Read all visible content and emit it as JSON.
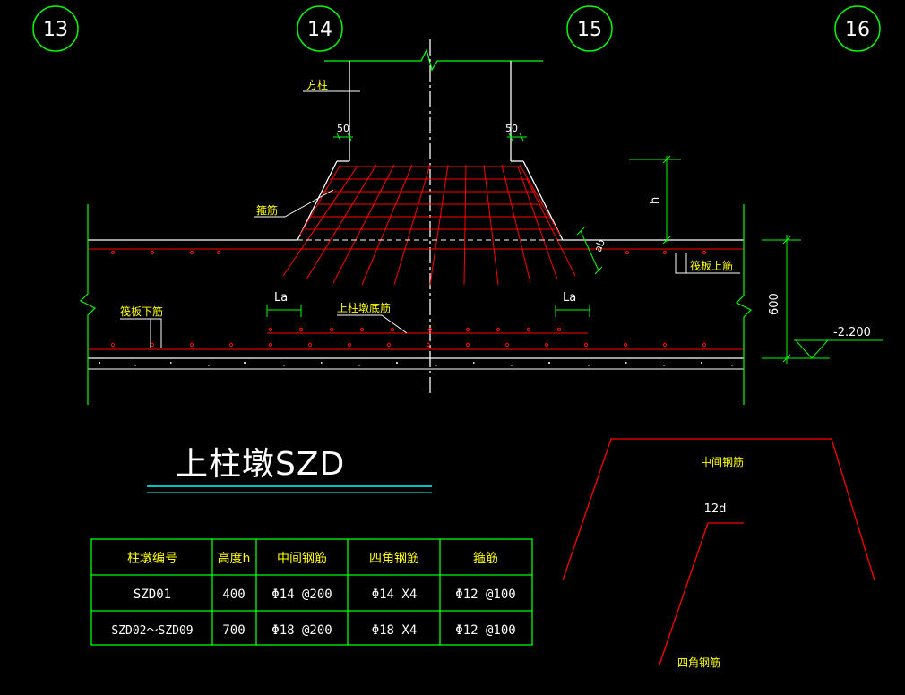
{
  "axes": [
    {
      "label": "13"
    },
    {
      "label": "14"
    },
    {
      "label": "15"
    },
    {
      "label": "16"
    }
  ],
  "section": {
    "column_label": "方柱",
    "offset_left": "50",
    "offset_right": "50",
    "stirrup_label": "箍筋",
    "height_label": "h",
    "slope_label": "ab",
    "raft_top_bar_label": "筏板上筋",
    "raft_bottom_bar_label": "筏板下筋",
    "pier_bottom_bar_label": "上柱墩底筋",
    "anchor_left": "La",
    "anchor_right": "La",
    "thickness": "600",
    "elevation": "-2.200"
  },
  "title": "上柱墩SZD",
  "table": {
    "headers": [
      "柱墩编号",
      "高度h",
      "中间钢筋",
      "四角钢筋",
      "箍筋"
    ],
    "rows": [
      [
        "SZD01",
        "400",
        "Φ14 @200",
        "Φ14 X4",
        "Φ12 @100"
      ],
      [
        "SZD02～SZD09",
        "700",
        "Φ18 @200",
        "Φ18 X4",
        "Φ12 @100"
      ]
    ]
  },
  "rebar_detail": {
    "middle_label": "中间钢筋",
    "hook_label": "12d",
    "corner_label": "四角钢筋"
  },
  "colors": {
    "background": "#000000",
    "structure_line": "#00ff00",
    "rebar": "#ff0000",
    "text_yellow": "#ffff00",
    "text_white": "#ffffff",
    "title_underline": "#00ffff"
  }
}
